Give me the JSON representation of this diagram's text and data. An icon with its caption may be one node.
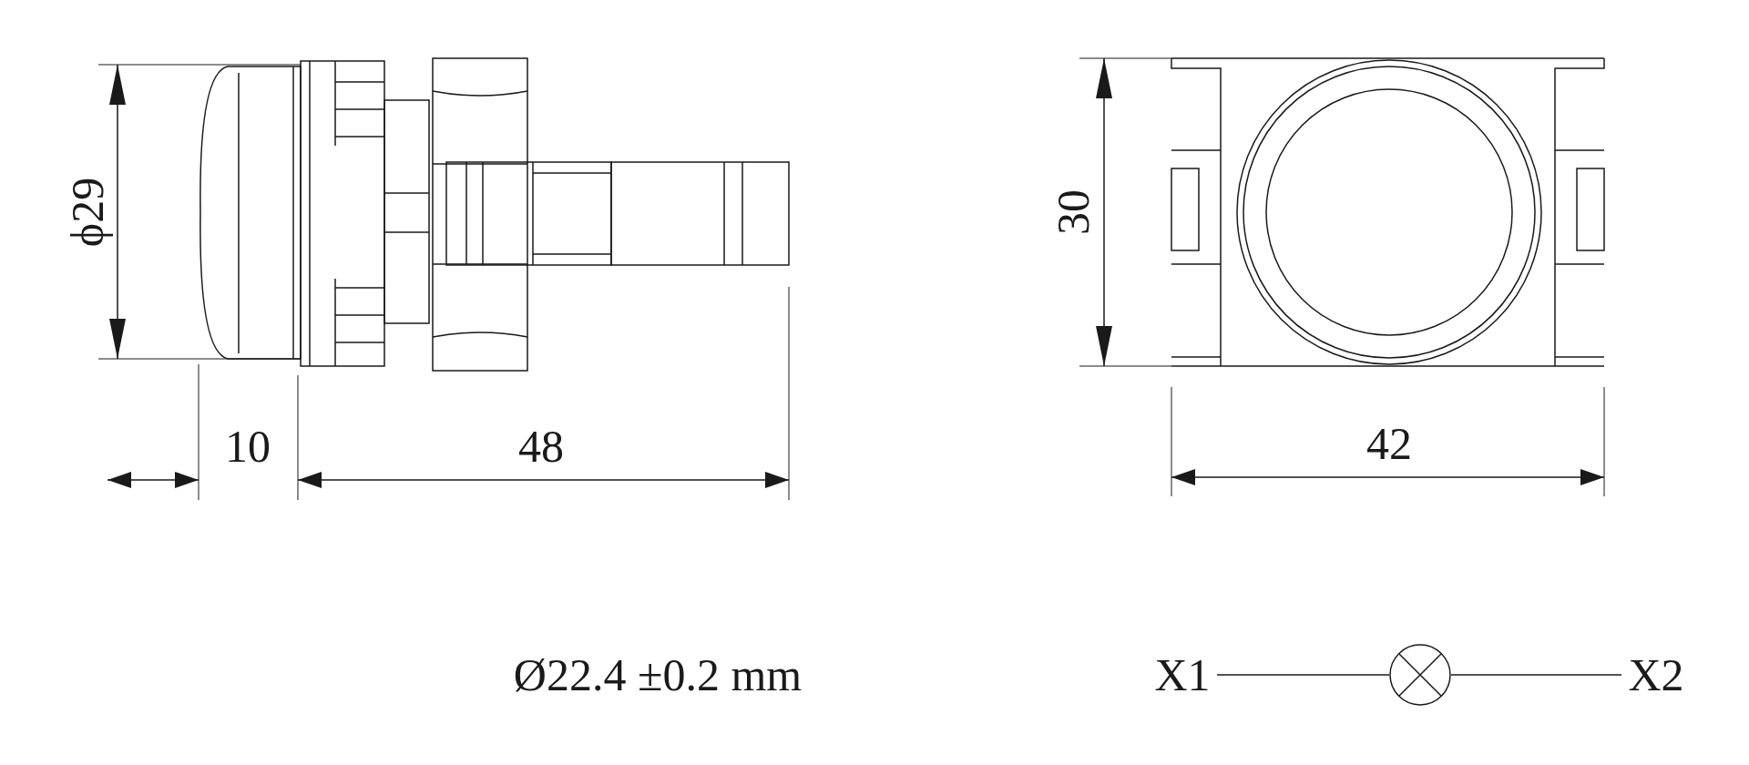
{
  "diagram": {
    "nodes": [
      {
        "text": [
          "X1"
        ]
      },
      {
        "text": [],
        "shape": "circle"
      },
      {
        "text": [
          "X2"
        ]
      }
    ],
    "edges": [
      {
        "from": 0,
        "to": 1,
        "arrow": "none"
      },
      {
        "from": 1,
        "to": 2,
        "arrow": "none"
      }
    ],
    "labels": [
      "ϕ29",
      "10",
      "48",
      "30",
      "42",
      "Ø22.4 ±0.2 mm"
    ]
  }
}
